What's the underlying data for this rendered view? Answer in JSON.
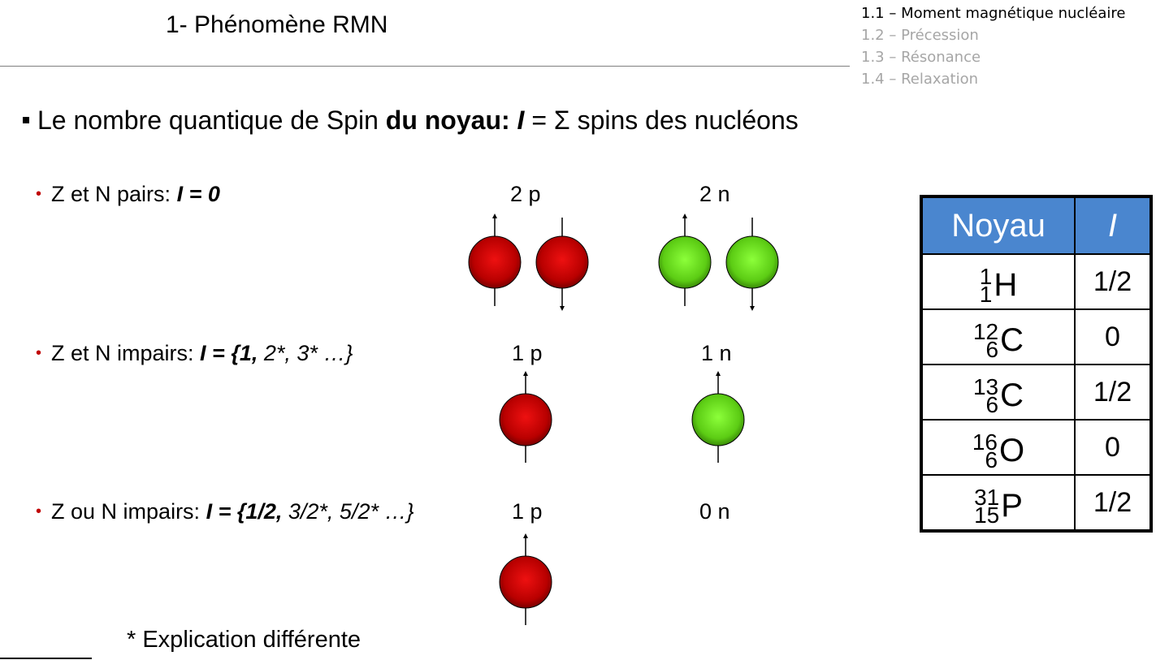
{
  "header": {
    "title": "1- Phénomène RMN",
    "toc": [
      {
        "label": "1.1 – Moment magnétique nucléaire",
        "active": true
      },
      {
        "label": "1.2 – Précession",
        "active": false
      },
      {
        "label": "1.3 – Résonance",
        "active": false
      },
      {
        "label": "1.4 – Relaxation",
        "active": false
      }
    ]
  },
  "main_bullet": {
    "prefix": "Le nombre quantique de Spin ",
    "bold": "du noyau:",
    "symbol": "I",
    "eq": " = Σ spins des nucléons"
  },
  "cases": [
    {
      "text": "Z et N pairs: ",
      "formula": "I = 0",
      "proton_label": "2 p",
      "neutron_label": "2 n"
    },
    {
      "text": "Z et N impairs: ",
      "formula_sym": "I = ",
      "formula_bold": "{1,",
      "formula_rest": " 2*, 3* …}",
      "proton_label": "1 p",
      "neutron_label": "1 n"
    },
    {
      "text": "Z ou N impairs: ",
      "formula_sym": "I = ",
      "formula_bold": "{1/2,",
      "formula_rest": " 3/2*, 5/2* …}",
      "proton_label": "1 p",
      "neutron_label": "0 n"
    }
  ],
  "table": {
    "headers": [
      "Noyau",
      "I"
    ],
    "rows": [
      {
        "mass": "1",
        "atomic": "1",
        "symbol": "H",
        "spin": "1/2"
      },
      {
        "mass": "12",
        "atomic": "6",
        "symbol": "C",
        "spin": "0"
      },
      {
        "mass": "13",
        "atomic": "6",
        "symbol": "C",
        "spin": "1/2"
      },
      {
        "mass": "16",
        "atomic": "6",
        "symbol": "O",
        "spin": "0"
      },
      {
        "mass": "31",
        "atomic": "15",
        "symbol": "P",
        "spin": "1/2"
      }
    ]
  },
  "footnote": "* Explication différente",
  "colors": {
    "proton": "#cc0000",
    "neutron": "#66e01a",
    "table_header": "#4a86cf",
    "bullet": "#c00000"
  }
}
